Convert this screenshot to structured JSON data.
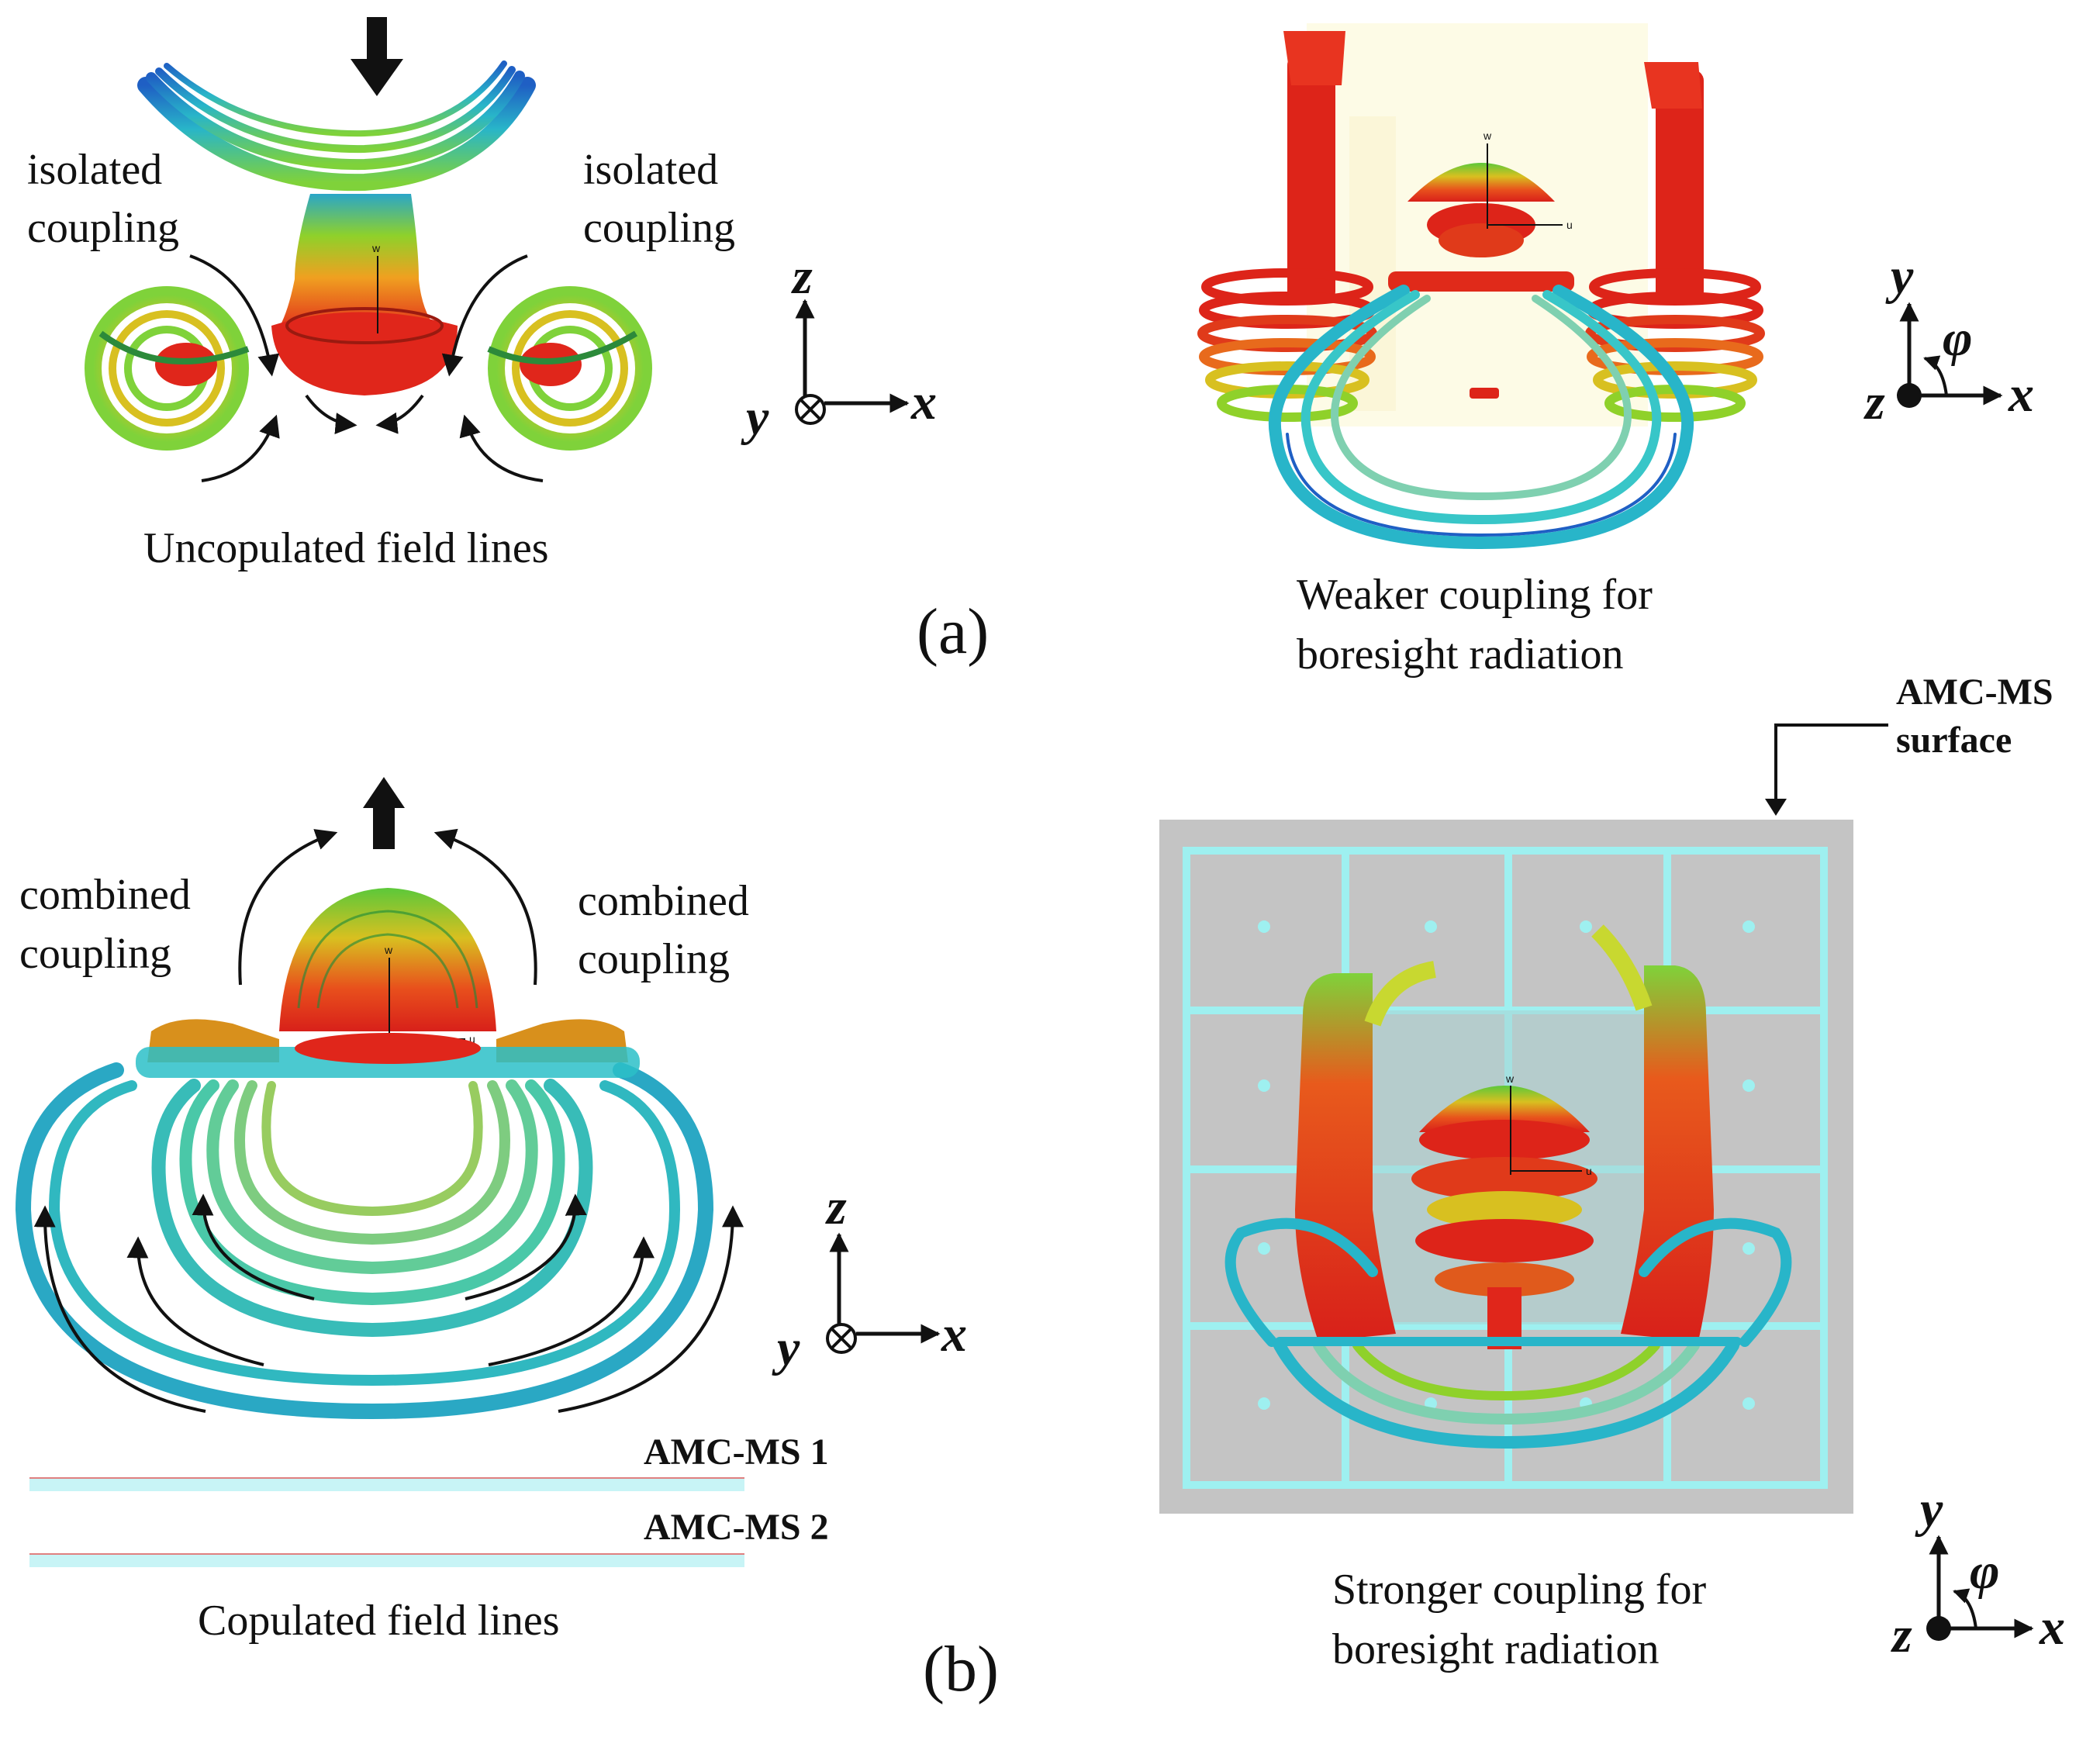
{
  "panel_a": {
    "label": "(a)",
    "left": {
      "caption": "Uncopulated field lines",
      "left_annotation": [
        "isolated",
        "coupling"
      ],
      "right_annotation": [
        "isolated",
        "coupling"
      ],
      "axes": {
        "vertical": "z",
        "horizontal": "x",
        "into_page": "y"
      }
    },
    "right": {
      "caption": [
        "Weaker coupling for",
        "boresight radiation"
      ],
      "axes": {
        "vertical": "y",
        "horizontal": "x",
        "out_of_page": "z",
        "angle": "φ"
      }
    }
  },
  "panel_b": {
    "label": "(b)",
    "left": {
      "caption": "Copulated field lines",
      "left_annotation": [
        "combined",
        "coupling"
      ],
      "right_annotation": [
        "combined",
        "coupling"
      ],
      "layers": [
        "AMC-MS 1",
        "AMC-MS 2"
      ],
      "axes": {
        "vertical": "z",
        "horizontal": "x",
        "into_page": "y"
      }
    },
    "right": {
      "surface_label": [
        "AMC-MS",
        "surface"
      ],
      "caption": [
        "Stronger coupling for",
        "boresight radiation"
      ],
      "axes": {
        "vertical": "y",
        "horizontal": "x",
        "out_of_page": "z",
        "angle": "φ"
      }
    }
  },
  "origin_marks": {
    "w": "w",
    "u": "u"
  },
  "colors": {
    "field_hot": "#e0261b",
    "field_mid": "#8fd12a",
    "field_cool": "#28b5c9",
    "field_cold": "#1f5fc4",
    "amc_grid": "#9ef0f0",
    "amc_board": "#c4c4c4"
  }
}
